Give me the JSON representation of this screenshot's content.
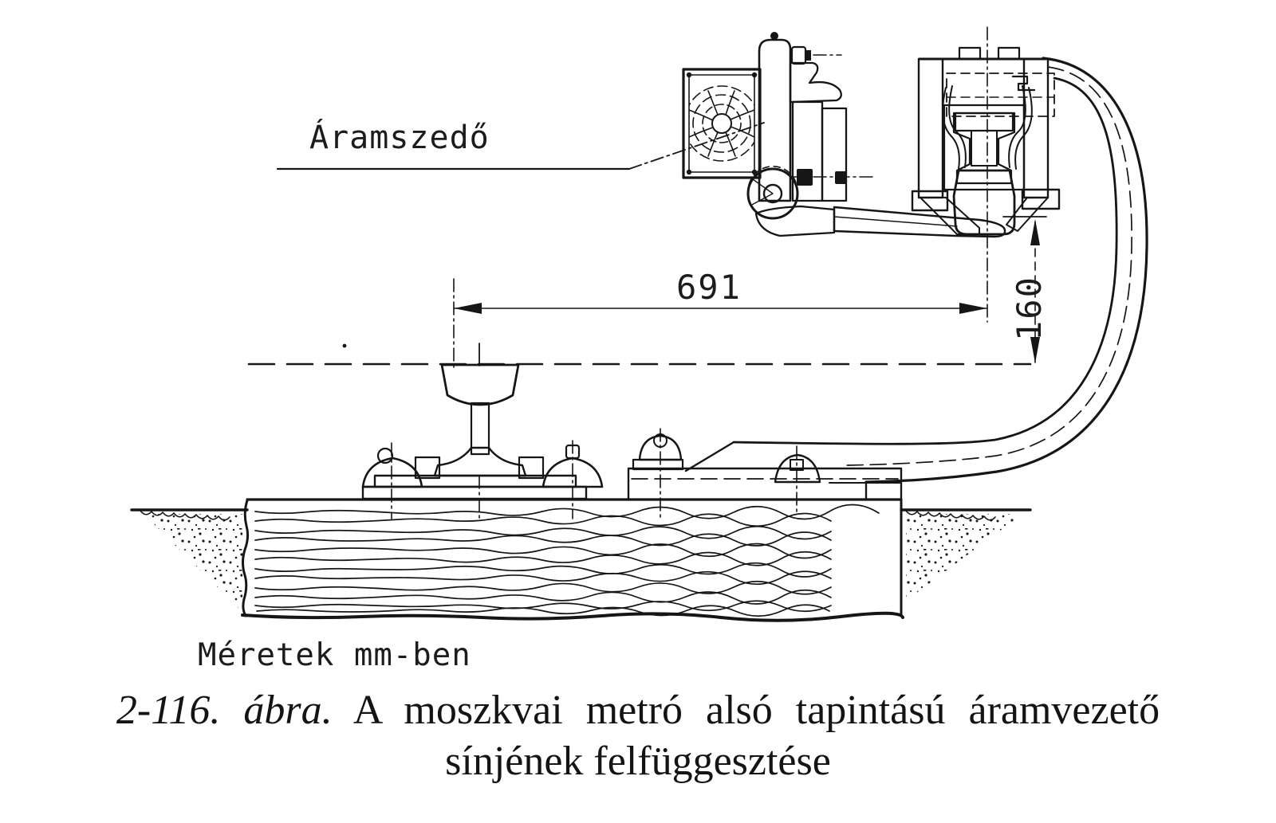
{
  "labels": {
    "collector": "Áramszedő",
    "units_note": "Méretek mm-ben"
  },
  "dimensions": {
    "horizontal_mm": "691",
    "vertical_mm": "160"
  },
  "caption": {
    "figure_number": "2-116. ábra.",
    "title_line1": "A moszkvai metró alsó tapintású áramvezető",
    "title_line2": "sínjének felfüggesztése"
  },
  "colors": {
    "ink": "#161616",
    "paper": "#ffffff"
  }
}
